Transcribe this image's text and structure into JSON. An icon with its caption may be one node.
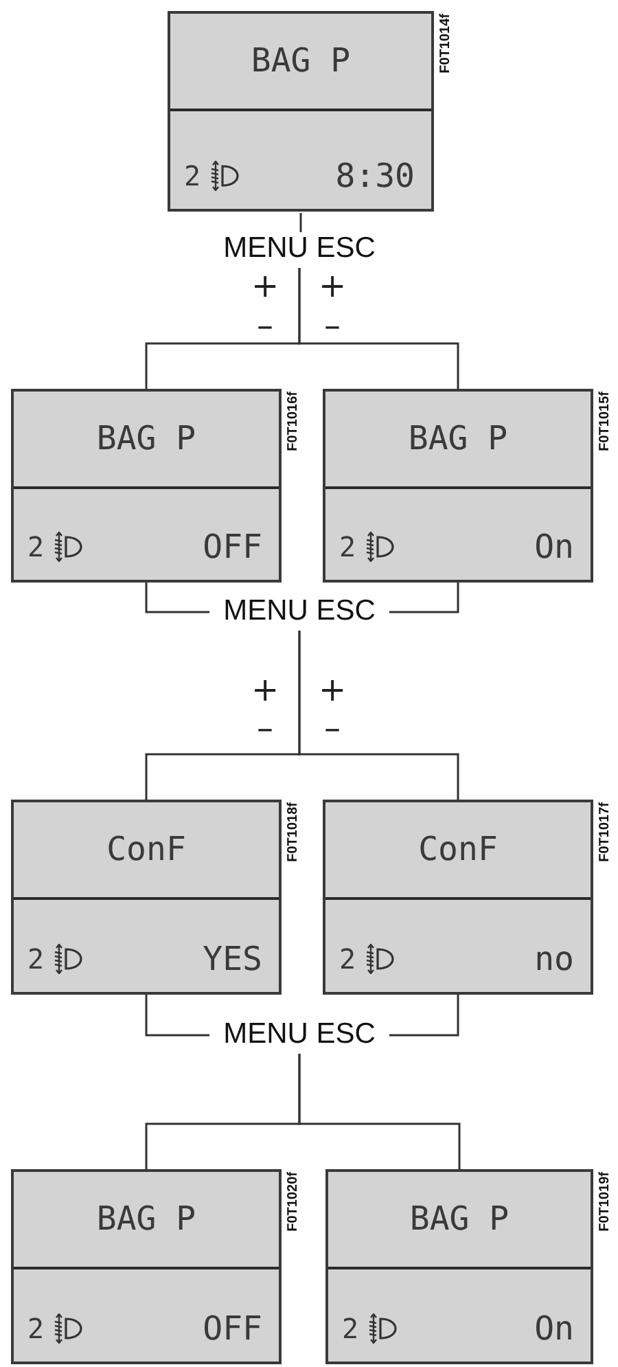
{
  "diagram": {
    "nodes": [
      {
        "text": [
          "BAG P",
          "2",
          "8:30"
        ],
        "beside": [
          "F0T1014f"
        ]
      },
      {
        "text": [
          "MENU ESC"
        ]
      },
      {
        "text": [
          "BAG P",
          "2",
          "OFF"
        ],
        "beside": [
          "F0T1016f"
        ]
      },
      {
        "text": [
          "BAG P",
          "2",
          "On"
        ],
        "beside": [
          "F0T1015f"
        ]
      },
      {
        "text": [
          "MENU ESC"
        ]
      },
      {
        "text": [
          "ConF",
          "2",
          "YES"
        ],
        "beside": [
          "F0T1018f"
        ]
      },
      {
        "text": [
          "ConF",
          "2",
          "no"
        ],
        "beside": [
          "F0T1017f"
        ]
      },
      {
        "text": [
          "MENU ESC"
        ]
      },
      {
        "text": [
          "BAG P",
          "2",
          "OFF"
        ],
        "beside": [
          "F0T1020f"
        ]
      },
      {
        "text": [
          "BAG P",
          "2",
          "On"
        ],
        "beside": [
          "F0T1019f"
        ]
      }
    ],
    "edges": [
      {
        "from": 0,
        "to": 1,
        "arrow": "none"
      },
      {
        "from": 1,
        "to": 2,
        "arrow": "none"
      },
      {
        "from": 1,
        "to": 3,
        "arrow": "none"
      },
      {
        "from": 2,
        "to": 4,
        "arrow": "none"
      },
      {
        "from": 3,
        "to": 4,
        "arrow": "none"
      },
      {
        "from": 4,
        "to": 5,
        "arrow": "none"
      },
      {
        "from": 4,
        "to": 6,
        "arrow": "none"
      },
      {
        "from": 5,
        "to": 7,
        "arrow": "none"
      },
      {
        "from": 6,
        "to": 7,
        "arrow": "none"
      },
      {
        "from": 7,
        "to": 8,
        "arrow": "none"
      },
      {
        "from": 7,
        "to": 9,
        "arrow": "none"
      }
    ],
    "labels": [
      "+",
      "+",
      "–",
      "–",
      "+",
      "+",
      "–",
      "–"
    ]
  }
}
